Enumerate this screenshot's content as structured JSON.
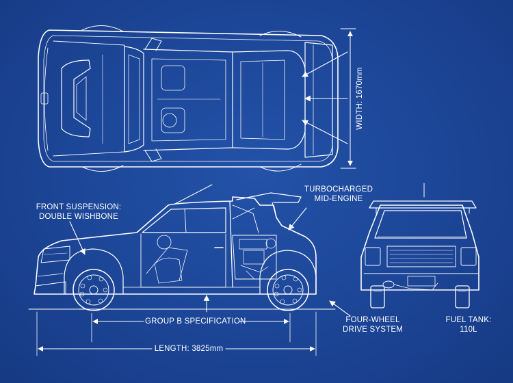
{
  "annotations": {
    "width": "WIDTH: 1670mm",
    "front_suspension_l1": "FRONT SUSPENSION:",
    "front_suspension_l2": "DOUBLE WISHBONE",
    "turbo_l1": "TURBOCHARGED",
    "turbo_l2": "MID-ENGINE",
    "group_b": "GROUP B SPECIFICATION",
    "length": "LENGTH: 3825mm",
    "four_wheel_l1": "FOUR-WHEEL",
    "four_wheel_l2": "DRIVE SYSTEM",
    "fuel_l1": "FUEL TANK:",
    "fuel_l2": "110L"
  },
  "colors": {
    "background": "#1c4596",
    "line": "#ffffff"
  },
  "icons": [
    "top-view-car-drawing",
    "side-view-car-drawing",
    "rear-view-car-drawing"
  ]
}
